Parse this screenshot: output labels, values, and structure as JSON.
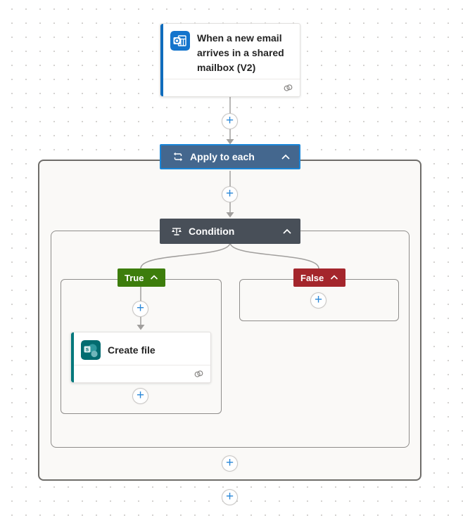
{
  "trigger_card": {
    "title": "When a new email arrives in a shared mailbox (V2)",
    "app": "outlook",
    "accent_color": "#0f6cbd"
  },
  "apply_to_each": {
    "label": "Apply to each",
    "header_color": "#44678e",
    "selected_border_color": "#1a86d8"
  },
  "condition": {
    "label": "Condition",
    "header_color": "#484f58"
  },
  "true_branch": {
    "label": "True",
    "color": "#3d7d0c"
  },
  "false_branch": {
    "label": "False",
    "color": "#a4262c"
  },
  "create_file": {
    "label": "Create file",
    "app": "sharepoint",
    "accent_color": "#03787c"
  },
  "plus_button": {
    "label": "+",
    "color": "#2b88d8"
  },
  "connector_color": "#a19f9d"
}
